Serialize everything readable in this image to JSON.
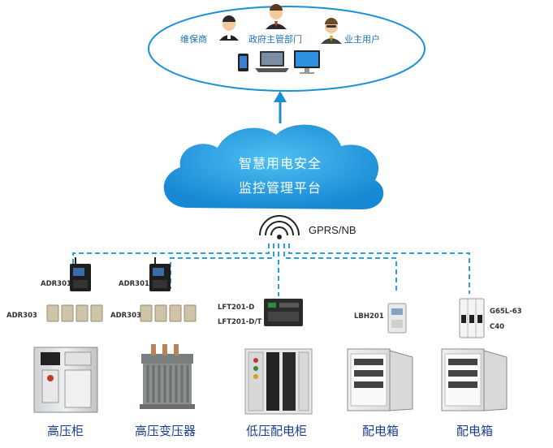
{
  "top_roles": {
    "maintainer": "维保商",
    "government": "政府主管部门",
    "owner": "业主用户"
  },
  "platform": {
    "line1": "智慧用电安全",
    "line2": "监控管理平台"
  },
  "network": "GPRS/NB",
  "devices": {
    "adr301_a": "ADR301",
    "adr303_a": "ADR303",
    "adr301_b": "ADR301",
    "adr303_b": "ADR303",
    "lft201_d": "LFT201-D",
    "lft201_dt": "LFT201-D/T",
    "lbh201": "LBH201",
    "g65l": "G65L-63",
    "c40": "C40"
  },
  "bottom": {
    "hv_cabinet": "高压柜",
    "hv_transformer": "高压变压器",
    "lv_cabinet": "低压配电柜",
    "dist_box_1": "配电箱",
    "dist_box_2": "配电箱"
  },
  "colors": {
    "accent": "#1a8fd8",
    "cloud": "#1b9be0",
    "dash": "#2a9fe0"
  }
}
